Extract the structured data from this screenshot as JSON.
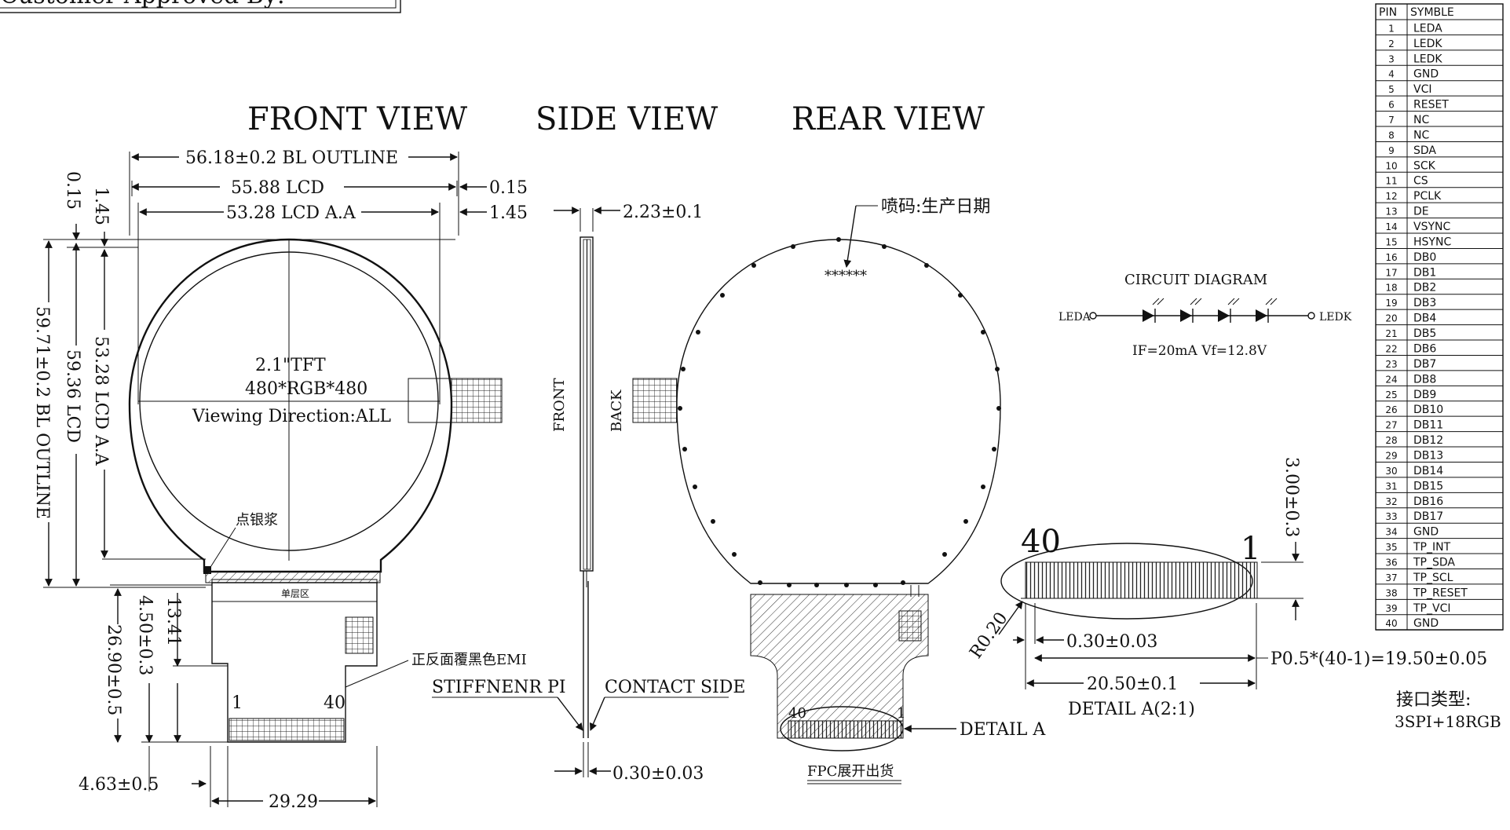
{
  "header_fragment": "Customer Approved By:",
  "views": {
    "front": "FRONT VIEW",
    "side": "SIDE VIEW",
    "rear": "REAR VIEW"
  },
  "front_view": {
    "dim_bl_outline_w": "56.18±0.2 BL OUTLINE",
    "dim_lcd_w": "55.88 LCD",
    "dim_lcd_aa_w": "53.28 LCD A.A",
    "dim_right_015": "0.15",
    "dim_right_145": "1.45",
    "dim_left_145": "1.45",
    "dim_left_015": "0.15",
    "dim_bl_outline_h": "59.71±0.2 BL OUTLINE",
    "dim_lcd_h": "59.36 LCD",
    "dim_lcd_aa_h": "53.28 LCD A.A",
    "panel_size": "2.1\"TFT",
    "resolution": "480*RGB*480",
    "viewing": "Viewing Direction:ALL",
    "silver_paste": "点银浆",
    "black_area": "单层区",
    "emi_note": "正反面覆黑色EMI",
    "pin_1": "1",
    "pin_40": "40",
    "dim_1341": "13.41",
    "dim_450": "4.50±0.3",
    "dim_2690": "26.90±0.5",
    "dim_463": "4.63±0.5",
    "dim_2929": "29.29"
  },
  "side_view": {
    "dim_thickness": "2.23±0.1",
    "front_label": "FRONT",
    "back_label": "BACK",
    "stiffener": "STIFFNENR PI",
    "contact": "CONTACT SIDE",
    "dim_fpc": "0.30±0.03"
  },
  "rear_view": {
    "code_note": "喷码:生产日期",
    "code_mark": "******",
    "fpc_pin_40": "40",
    "fpc_pin_1": "1",
    "detail_a": "DETAIL A",
    "fpc_unfold": "FPC展开出货"
  },
  "circuit": {
    "title": "CIRCUIT DIAGRAM",
    "leda": "LEDA",
    "ledk": "LEDK",
    "spec": "IF=20mA   Vf=12.8V"
  },
  "detail": {
    "pin_40": "40",
    "pin_1": "1",
    "dim_300": "3.00±0.3",
    "dim_r020": "R0.20",
    "dim_030": "0.30±0.03",
    "dim_pitch": "P0.5*(40-1)=19.50±0.05",
    "dim_2050": "20.50±0.1",
    "title": "DETAIL A(2:1)"
  },
  "interface": {
    "label": "接口类型:",
    "value": "3SPI+18RGB"
  },
  "pin_table": {
    "headers": [
      "PIN",
      "SYMBLE"
    ],
    "rows": [
      [
        "1",
        "LEDA"
      ],
      [
        "2",
        "LEDK"
      ],
      [
        "3",
        "LEDK"
      ],
      [
        "4",
        "GND"
      ],
      [
        "5",
        "VCI"
      ],
      [
        "6",
        "RESET"
      ],
      [
        "7",
        "NC"
      ],
      [
        "8",
        "NC"
      ],
      [
        "9",
        "SDA"
      ],
      [
        "10",
        "SCK"
      ],
      [
        "11",
        "CS"
      ],
      [
        "12",
        "PCLK"
      ],
      [
        "13",
        "DE"
      ],
      [
        "14",
        "VSYNC"
      ],
      [
        "15",
        "HSYNC"
      ],
      [
        "16",
        "DB0"
      ],
      [
        "17",
        "DB1"
      ],
      [
        "18",
        "DB2"
      ],
      [
        "19",
        "DB3"
      ],
      [
        "20",
        "DB4"
      ],
      [
        "21",
        "DB5"
      ],
      [
        "22",
        "DB6"
      ],
      [
        "23",
        "DB7"
      ],
      [
        "24",
        "DB8"
      ],
      [
        "25",
        "DB9"
      ],
      [
        "26",
        "DB10"
      ],
      [
        "27",
        "DB11"
      ],
      [
        "28",
        "DB12"
      ],
      [
        "29",
        "DB13"
      ],
      [
        "30",
        "DB14"
      ],
      [
        "31",
        "DB15"
      ],
      [
        "32",
        "DB16"
      ],
      [
        "33",
        "DB17"
      ],
      [
        "34",
        "GND"
      ],
      [
        "35",
        "TP_INT"
      ],
      [
        "36",
        "TP_SDA"
      ],
      [
        "37",
        "TP_SCL"
      ],
      [
        "38",
        "TP_RESET"
      ],
      [
        "39",
        "TP_VCI"
      ],
      [
        "40",
        "GND"
      ]
    ]
  }
}
